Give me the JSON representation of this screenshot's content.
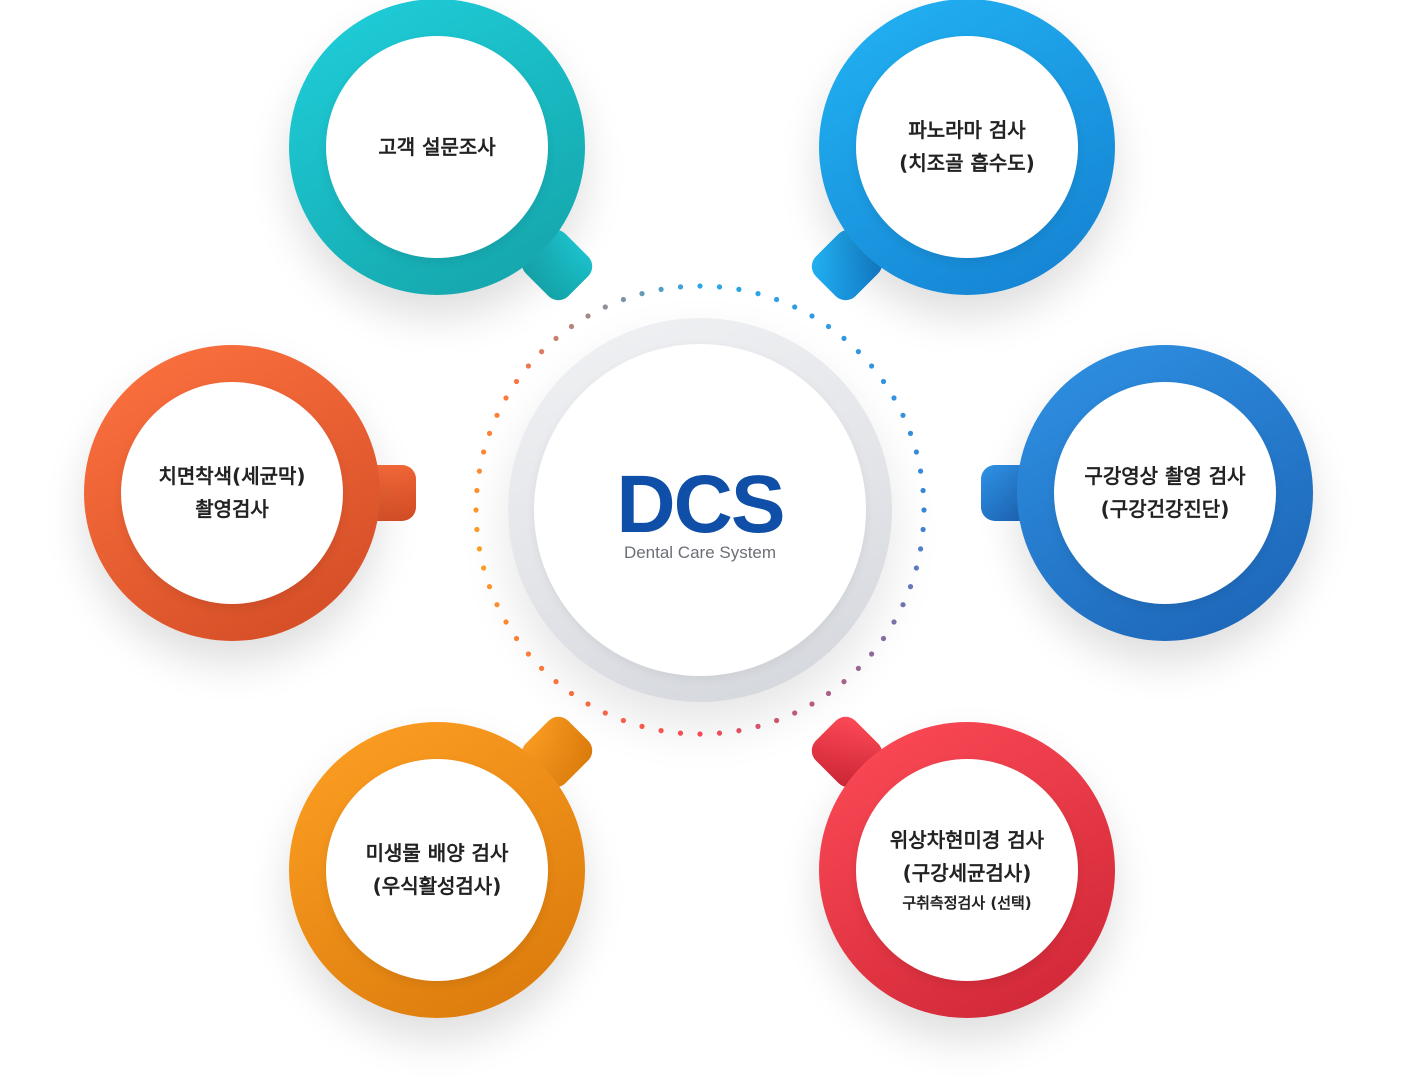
{
  "center": {
    "title": "DCS",
    "subtitle": "Dental Care System"
  },
  "nodes": [
    {
      "key": "survey",
      "lines": [
        "고객 설문조사"
      ],
      "small": "",
      "color_start": "#1fd0dc",
      "color_end": "#14a2a7",
      "tab": "bottom-right"
    },
    {
      "key": "panorama",
      "lines": [
        "파노라마 검사",
        "(치조골 흡수도)"
      ],
      "small": "",
      "color_start": "#22b4f4",
      "color_end": "#147fd0",
      "tab": "bottom-left"
    },
    {
      "key": "tooth-color",
      "lines": [
        "치면착색(세균막)",
        "촬영검사"
      ],
      "small": "",
      "color_start": "#ff7340",
      "color_end": "#d04a24",
      "tab": "right"
    },
    {
      "key": "oral-image",
      "lines": [
        "구강영상 촬영 검사",
        "(구강건강진단)"
      ],
      "small": "",
      "color_start": "#2f92e4",
      "color_end": "#1c62b4",
      "tab": "left"
    },
    {
      "key": "microbe",
      "lines": [
        "미생물 배양 검사",
        "(우식활성검사)"
      ],
      "small": "",
      "color_start": "#ffa024",
      "color_end": "#d8780a",
      "tab": "top-right"
    },
    {
      "key": "phase-contrast",
      "lines": [
        "위상차현미경 검사",
        "(구강세균검사)"
      ],
      "small": "구취측정검사 (선택)",
      "color_start": "#ff4c58",
      "color_end": "#cc2434",
      "tab": "top-left"
    }
  ],
  "colors": {
    "dcs_blue": "#0f4fa8",
    "subtitle_gray": "#6b6f76",
    "text_dark": "#222222"
  }
}
